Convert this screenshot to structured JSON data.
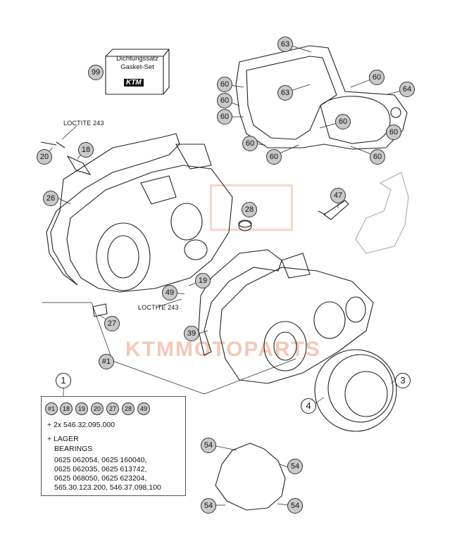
{
  "watermark": "KTMMOTOPARTS",
  "gasket_set": {
    "label_de": "Dichtungssatz",
    "label_en": "Gasket-Set",
    "logo": "KTM",
    "callout": "99"
  },
  "loctite_label_top": "LOCTITE 243",
  "loctite_label_mid": "LOCTITE 243",
  "callouts": {
    "c63a": "63",
    "c63b": "63",
    "c60a": "60",
    "c60b": "60",
    "c60c": "60",
    "c60d": "60",
    "c60e": "60",
    "c60f": "60",
    "c60g": "60",
    "c60h": "60",
    "c60i": "60",
    "c64": "64",
    "c20": "20",
    "c18": "18",
    "c26": "26",
    "c28": "28",
    "c47": "47",
    "c19": "19",
    "c49": "49",
    "c27": "27",
    "c39": "39",
    "c1": "#1",
    "c54a": "54",
    "c54b": "54",
    "c54c": "54",
    "c54d": "54"
  },
  "white_callouts": {
    "w1": "1",
    "w3": "3",
    "w4": "4"
  },
  "info_box": {
    "chips": [
      "#1",
      "18",
      "19",
      "20",
      "27",
      "28",
      "49"
    ],
    "line1": "+ 2x 546.32.095.000",
    "line2": "+  LAGER",
    "line3": "BEARINGS",
    "line4": "0625 062054, 0625 160040,",
    "line5": "0625 062035, 0625 613742,",
    "line6": "0625 068050, 0625 623204,",
    "line7": "565.30.123.200, 546.37.098.100"
  },
  "colors": {
    "callout_fill": "#c9c9c9",
    "watermark": "#f2c9b8",
    "line": "#222222"
  }
}
